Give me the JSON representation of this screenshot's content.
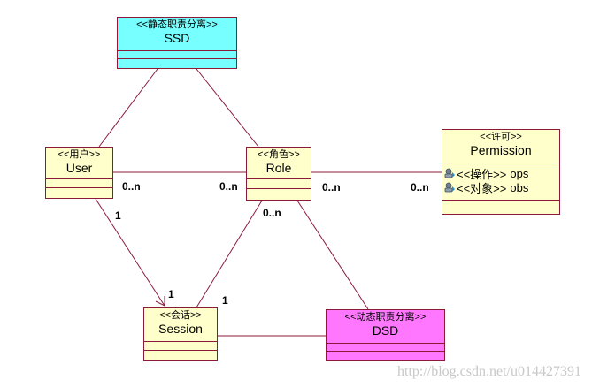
{
  "classes": {
    "ssd": {
      "stereotype": "<<静态职责分离>>",
      "name": "SSD",
      "fill": "#77ffff"
    },
    "user": {
      "stereotype": "<<用户>>",
      "name": "User",
      "fill": "#ffffcc"
    },
    "role": {
      "stereotype": "<<角色>>",
      "name": "Role",
      "fill": "#ffffcc"
    },
    "permission": {
      "stereotype": "<<许可>>",
      "name": "Permission",
      "fill": "#ffffcc",
      "attributes": [
        {
          "stereotype": "<<操作>>",
          "name": "ops",
          "icon": "attribute-icon"
        },
        {
          "stereotype": "<<对象>>",
          "name": "obs",
          "icon": "attribute-icon"
        }
      ]
    },
    "session": {
      "stereotype": "<<会话>>",
      "name": "Session",
      "fill": "#ffffcc"
    },
    "dsd": {
      "stereotype": "<<动态职责分离>>",
      "name": "DSD",
      "fill": "#ff77ff"
    }
  },
  "multiplicities": {
    "user_role_user_end": "0..n",
    "user_role_role_end": "0..n",
    "role_permission_role_end": "0..n",
    "role_permission_permission_end": "0..n",
    "user_session_user_end": "1",
    "user_session_session_end": "1",
    "role_session_role_end": "0..n",
    "role_session_session_end": "1"
  },
  "line_color": "#8b1a3a",
  "watermark": "http://blog.csdn.net/u014427391"
}
